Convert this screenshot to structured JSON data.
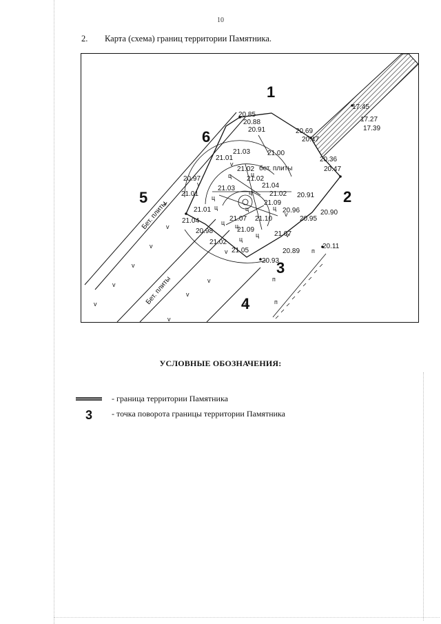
{
  "page_number": "10",
  "caption": {
    "number": "2.",
    "text": "Карта (схема) границ территории Памятника."
  },
  "map": {
    "vertex_numbers": [
      "1",
      "2",
      "3",
      "4",
      "5",
      "6"
    ],
    "road_labels": [
      "Бет. плиты",
      "Бет. плиты",
      "бет. плиты"
    ],
    "elevations": [
      "20.85",
      "20.88",
      "20.91",
      "20.69",
      "20.47",
      "17.45",
      "17.27",
      "17.39",
      "21.03",
      "21.00",
      "20.36",
      "20.47",
      "21.01",
      "21.02",
      "20.97",
      "21.02",
      "21.03",
      "21.04",
      "21.01",
      "21.02",
      "20.91",
      "21.09",
      "21.01",
      "20.96",
      "20.90",
      "20.95",
      "21.04",
      "21.07",
      "21.10",
      "20.98",
      "21.09",
      "21.07",
      "21.02",
      "21.05",
      "20.89",
      "20.11",
      "20.93"
    ],
    "symbol_grass": "v",
    "symbol_brick": "ц",
    "symbol_tick": "п"
  },
  "legend": {
    "title": "УСЛОВНЫЕ ОБОЗНАЧЕНИЯ:",
    "items": [
      {
        "symbol": "",
        "text": "- граница территории Памятника"
      },
      {
        "symbol": "3",
        "text": "- точка поворота границы территории Памятника"
      }
    ]
  }
}
